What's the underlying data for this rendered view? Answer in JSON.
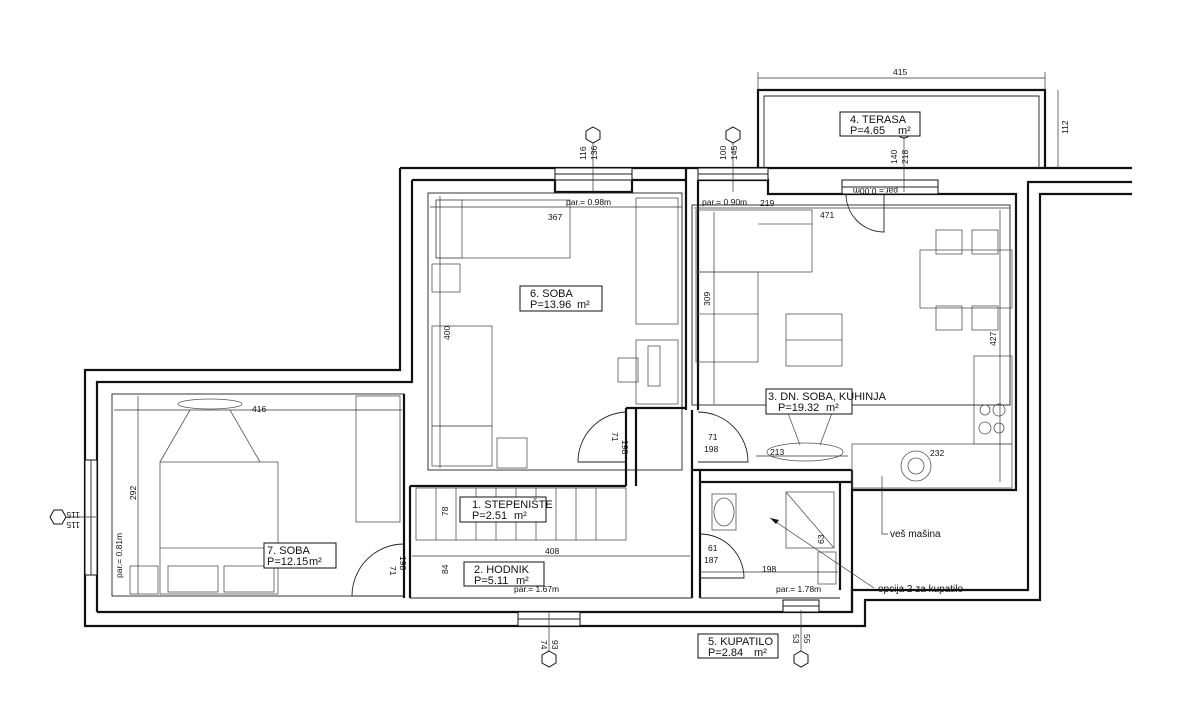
{
  "rooms": [
    {
      "id": "terasa",
      "name": "4. TERASA",
      "area": "P=4.65",
      "unit": "m²"
    },
    {
      "id": "soba6",
      "name": "6. SOBA",
      "area": "P=13.96",
      "unit": "m²"
    },
    {
      "id": "dnsoba",
      "name": "3. DN. SOBA, KUHINJA",
      "area": "P=19.32",
      "unit": "m²"
    },
    {
      "id": "stepeniste",
      "name": "1. STEPENIŠTE",
      "area": "P=2.51",
      "unit": "m²"
    },
    {
      "id": "hodnik",
      "name": "2. HODNIK",
      "area": "P=5.11",
      "unit": "m²"
    },
    {
      "id": "soba7",
      "name": "7. SOBA",
      "area": "P=12.15",
      "unit": "m²"
    },
    {
      "id": "kupatilo",
      "name": "5. KUPATILO",
      "area": "P=2.84",
      "unit": "m²"
    }
  ],
  "parapets": {
    "soba6": "par.= 0.98m",
    "dnsoba": "par.= 0.90m",
    "soba7": "par.= 0.81m",
    "hodnik": "par.= 1.67m",
    "kupatilo": "par.= 1.78m",
    "terasa_door": "par.= 0.00m"
  },
  "dimensions": {
    "terasa_w": "415",
    "terasa_h": "112",
    "soba6_w": "367",
    "soba6_h": "400",
    "dnsoba_w": "471",
    "dnsoba_part": "219",
    "dnsoba_h": "427",
    "sofa_h": "309",
    "soba7_w": "416",
    "soba7_h": "292",
    "hodnik_w": "408",
    "hodnik_h": "84",
    "stair_h": "78",
    "kup_w": "198",
    "kup_h": "63",
    "kuhinja_a": "213",
    "kuhinja_b": "232",
    "door_71": "71",
    "door_198": "198",
    "door_61": "61",
    "door_187": "187"
  },
  "openings": {
    "w1_top": "116",
    "w1_bot": "136",
    "w2_top": "100",
    "w2_bot": "145",
    "w3_top": "140",
    "w3_bot": "218",
    "w4_top": "115",
    "w4_bot": "115",
    "w5_top": "93",
    "w5_bot": "74",
    "w6_top": "55",
    "w6_bot": "53"
  },
  "notes": {
    "washer": "veš mašina",
    "bath_option": "opcija 2 za kupatilo"
  },
  "colors": {
    "line": "#111111",
    "furniture": "#555555",
    "background": "#ffffff"
  }
}
